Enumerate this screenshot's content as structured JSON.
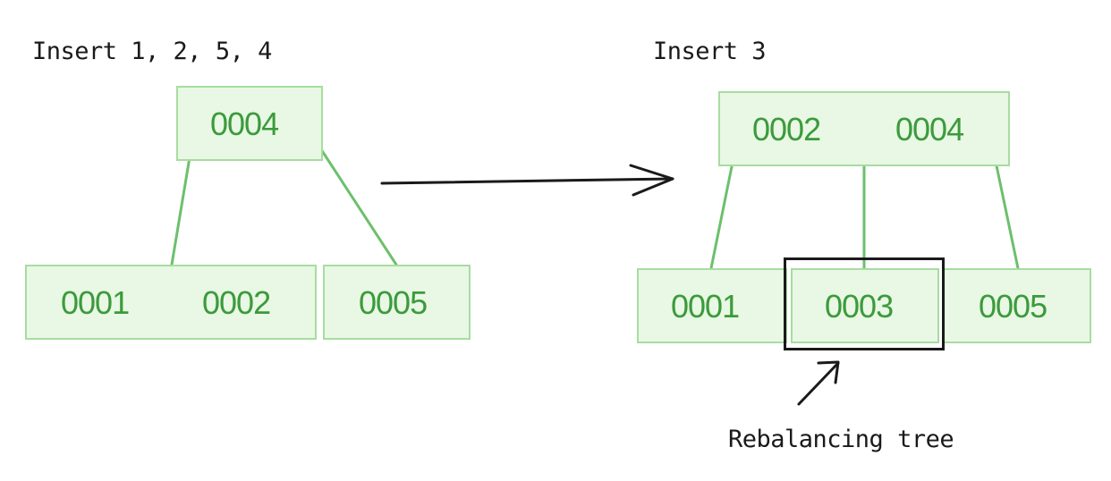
{
  "left": {
    "label": "Insert 1, 2, 5, 4",
    "root": [
      "0004"
    ],
    "leaf_a": [
      "0001",
      "0002"
    ],
    "leaf_b": [
      "0005"
    ]
  },
  "right": {
    "label": "Insert 3",
    "root": [
      "0002",
      "0004"
    ],
    "leaves": [
      "0001",
      "0003",
      "0005"
    ]
  },
  "annotation": "Rebalancing tree",
  "colors": {
    "node_fill": "#e8f8e4",
    "node_border": "#a8dca0",
    "edge": "#6cc06c",
    "key_text": "#3c9a3c",
    "ink": "#1a1a1a"
  }
}
